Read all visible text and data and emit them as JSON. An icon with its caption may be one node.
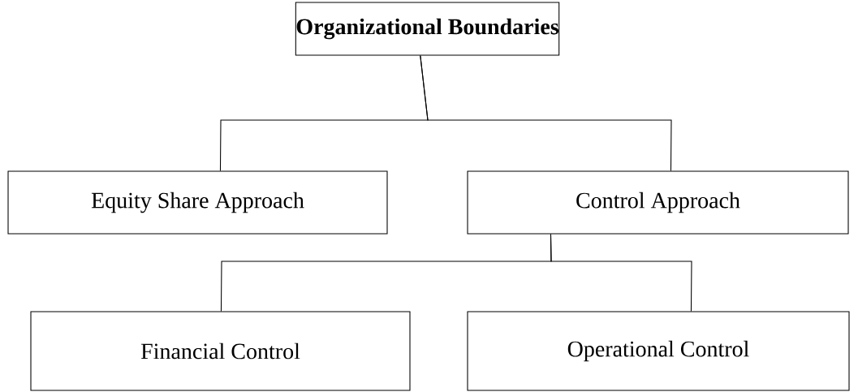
{
  "diagram": {
    "nodes": [
      {
        "text": [
          "Organizational Boundaries"
        ]
      },
      {
        "text": [
          "Equity Share Approach"
        ]
      },
      {
        "text": [
          "Control Approach"
        ]
      },
      {
        "text": [
          "Financial Control"
        ]
      },
      {
        "text": [
          "Operational Control"
        ]
      }
    ],
    "edges": [
      {
        "from": 0,
        "to": 1,
        "arrow": "none"
      },
      {
        "from": 0,
        "to": 2,
        "arrow": "none"
      },
      {
        "from": 2,
        "to": 3,
        "arrow": "none"
      },
      {
        "from": 2,
        "to": 4,
        "arrow": "none"
      }
    ]
  }
}
